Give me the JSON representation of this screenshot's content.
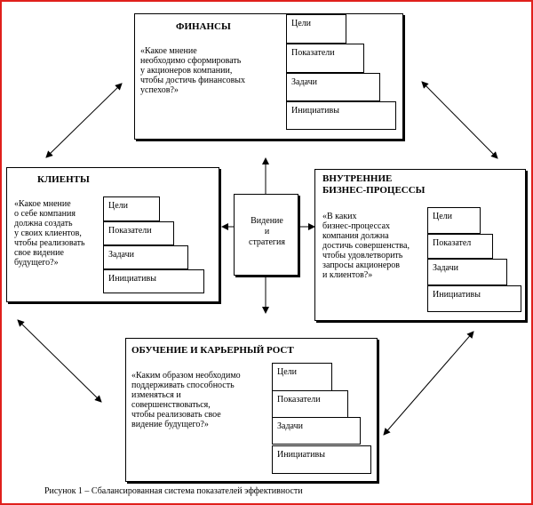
{
  "figure": {
    "caption": "Рисунок 1 – Сбалансированная система показателей эффективности"
  },
  "diagram": {
    "finance": {
      "title": "ФИНАНСЫ",
      "quote": "«Какое мнение\n необходимо сформировать\nу акционеров компании,\nчтобы достичь финансовых\nуспехов?»",
      "steps": [
        "Цели",
        "Показатели",
        "Задачи",
        "Инициативы"
      ]
    },
    "clients": {
      "title": "КЛИЕНТЫ",
      "quote": "«Какое мнение\n о себе компания\n должна создать\nу своих клиентов,\nчтобы реализовать\nсвое видение\nбудущего?»",
      "steps": [
        "Цели",
        "Показатели",
        "Задачи",
        "Инициативы"
      ]
    },
    "internal": {
      "title": "ВНУТРЕННИЕ\nБИЗНЕС-ПРОЦЕССЫ",
      "quote": "«В каких\nбизнес-процессах\nкомпания должна\nдостичь совершенства,\nчтобы удовлетворить\nзапросы акционеров\nи клиентов?»",
      "steps": [
        "Цели",
        "Показател",
        "Задачи",
        "Инициативы"
      ]
    },
    "learning": {
      "title": "ОБУЧЕНИЕ И КАРЬЕРНЫЙ РОСТ",
      "quote": "«Каким образом необходимо\n поддерживать способность\nизменяться и\nсовершенствоваться,\nчтобы реализовать свое\nвидение будущего?»",
      "steps": [
        "Цели",
        "Показатели",
        "Задачи",
        "Инициативы"
      ]
    },
    "center": {
      "label": "Видение\nи\nстратегия"
    }
  },
  "colors": {
    "frame": "#e0201c",
    "line": "#000000"
  }
}
